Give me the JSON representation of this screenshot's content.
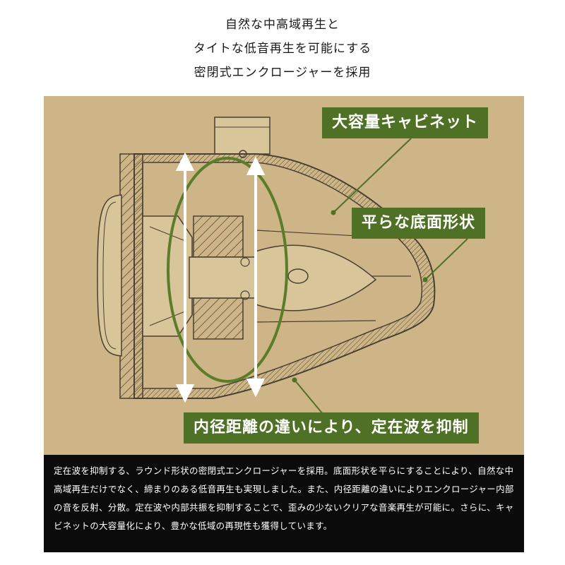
{
  "heading": {
    "line1": "自然な中高域再生と",
    "line2": "タイトな低音再生を可能にする",
    "line3": "密閉式エンクロージャーを採用"
  },
  "labels": {
    "cabinet": "大容量キャビネット",
    "flat_bottom": "平らな底面形状",
    "inner_diameter": "内径距離の違いにより、定在波を抑制"
  },
  "caption": "定在波を抑制する、ラウンド形状の密閉式エンクロージャーを採用。底面形状を平らにすることにより、自然な中高域再生だけでなく、締まりのある低音再生も実現しました。また、内径距離の違いによりエンクロージャー内部の音を反射、分散。定在波や内部共振を抑制することで、歪みの少ないクリアな音楽再生が可能に。さらに、キャビネットの大容量化により、豊かな低域の再現性も獲得しています。",
  "colors": {
    "panel_background": "#cdb587",
    "label_green": "#4f7125",
    "ellipse_green": "#5a7d2a",
    "caption_background": "#0b0b0b"
  }
}
